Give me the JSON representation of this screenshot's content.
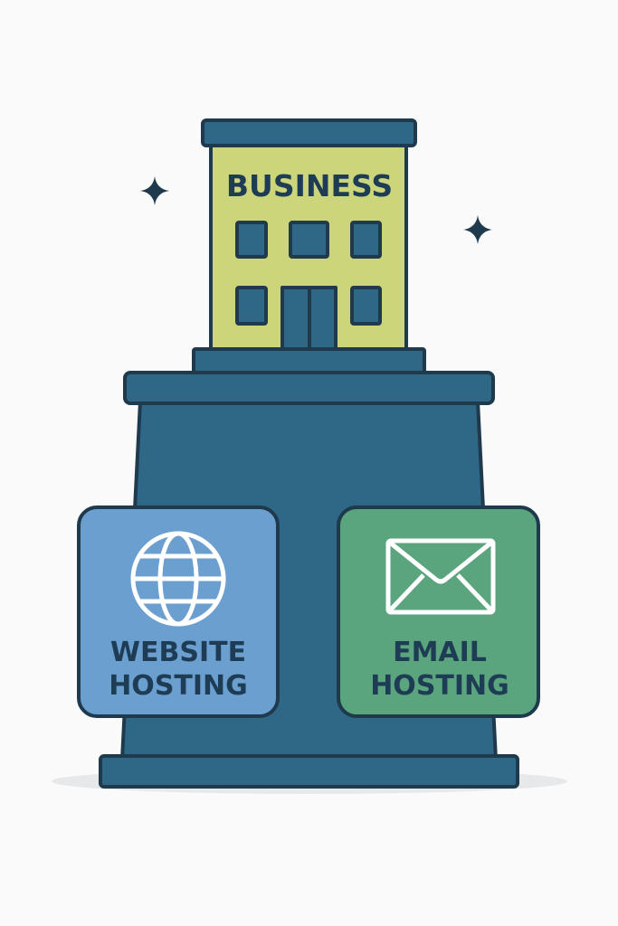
{
  "building": {
    "label": "BUSINESS"
  },
  "cards": [
    {
      "id": "website",
      "icon": "globe-icon",
      "line1": "WEBSITE",
      "line2": "HOSTING",
      "color": "#6a9fd0"
    },
    {
      "id": "email",
      "icon": "envelope-icon",
      "line1": "EMAIL",
      "line2": "HOSTING",
      "color": "#5aa57e"
    }
  ],
  "colors": {
    "outline": "#1f3a4d",
    "pedestal": "#2f6786",
    "building": "#cdd57a",
    "background": "#fafafa"
  }
}
